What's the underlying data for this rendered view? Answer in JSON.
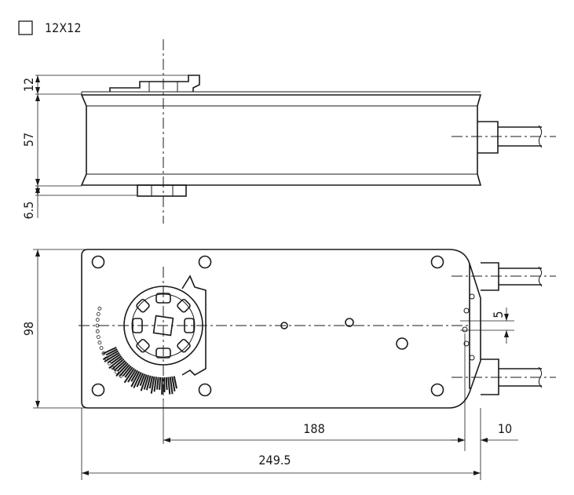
{
  "legend": {
    "symbol": "square-icon",
    "text": "12X12"
  },
  "dimensions": {
    "top_flange": "12",
    "body_height": "57",
    "bottom_flange": "6.5",
    "width": "98",
    "hole_spacing": "5",
    "shaft_to_end": "188",
    "end_offset": "10",
    "overall_length": "249.5"
  }
}
